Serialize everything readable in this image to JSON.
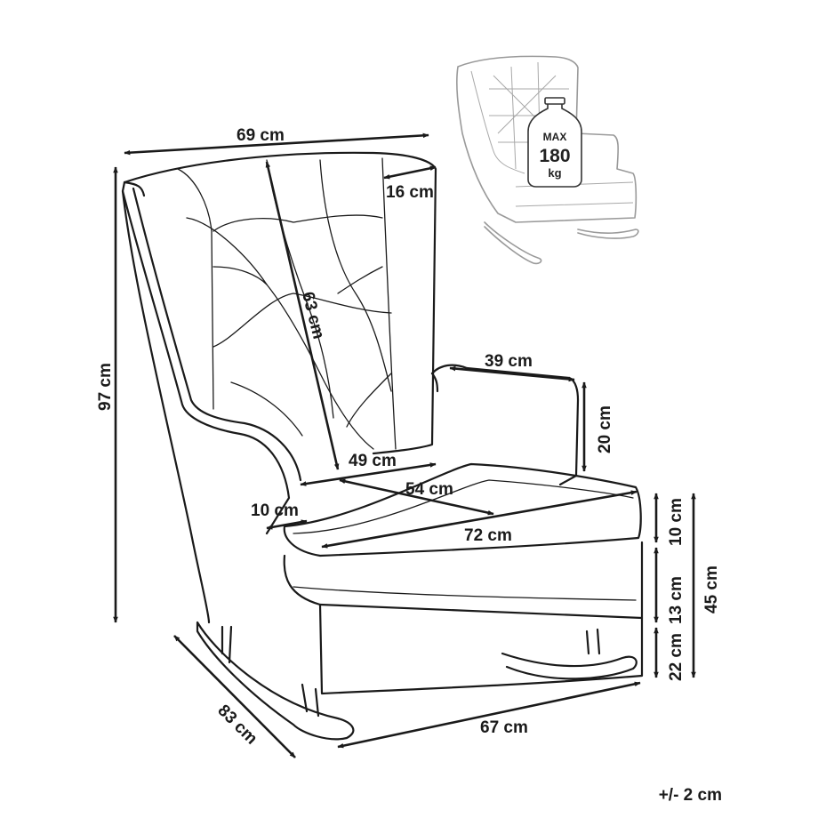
{
  "dimensions": {
    "total_width": "69 cm",
    "wing_depth": "16 cm",
    "backrest_height": "63 cm",
    "total_height": "97 cm",
    "armrest_length": "39 cm",
    "armrest_height": "20 cm",
    "backrest_width": "49 cm",
    "seat_depth": "54 cm",
    "armrest_width": "10 cm",
    "seat_width": "72 cm",
    "cushion_height": "10 cm",
    "seat_base_height": "13 cm",
    "leg_height": "22 cm",
    "seat_height": "45 cm",
    "total_depth": "83 cm",
    "base_width": "67 cm"
  },
  "max_load": {
    "line1": "MAX",
    "line2": "180",
    "line3": "kg"
  },
  "tolerance": "+/- 2 cm",
  "colors": {
    "line": "#1a1a1a",
    "thumbnail": "#9a9a9a"
  }
}
